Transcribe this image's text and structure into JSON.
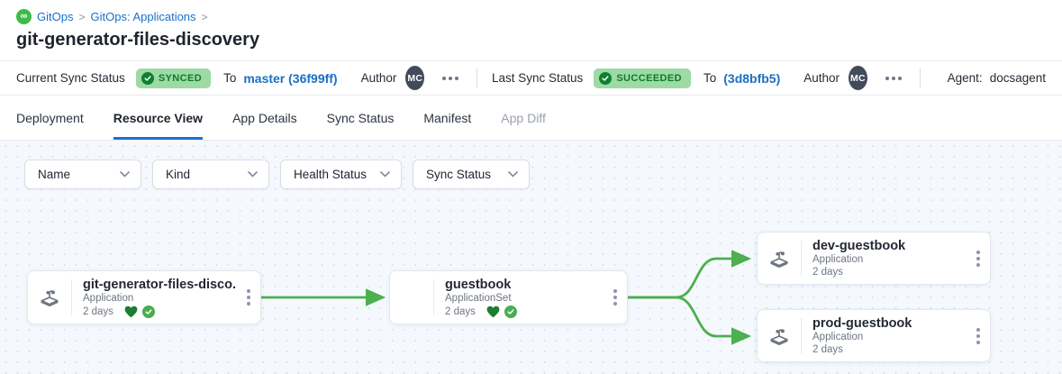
{
  "breadcrumb": {
    "separator": ">",
    "items": [
      {
        "label": "GitOps"
      },
      {
        "label": "GitOps: Applications"
      }
    ]
  },
  "page": {
    "title": "git-generator-files-discovery"
  },
  "status_bar": {
    "current": {
      "label": "Current Sync Status",
      "badge": "SYNCED",
      "to_label": "To",
      "target": "master (36f99ff)",
      "author_label": "Author",
      "author_initials": "MC"
    },
    "last": {
      "label": "Last Sync Status",
      "badge": "SUCCEEDED",
      "to_label": "To",
      "target": "(3d8bfb5)",
      "author_label": "Author",
      "author_initials": "MC"
    },
    "agent": {
      "label": "Agent:",
      "value": "docsagent"
    }
  },
  "tabs": [
    {
      "label": "Deployment",
      "active": false
    },
    {
      "label": "Resource View",
      "active": true
    },
    {
      "label": "App Details",
      "active": false
    },
    {
      "label": "Sync Status",
      "active": false
    },
    {
      "label": "Manifest",
      "active": false
    },
    {
      "label": "App Diff",
      "active": false,
      "disabled": true
    }
  ],
  "filters": [
    {
      "label": "Name"
    },
    {
      "label": "Kind"
    },
    {
      "label": "Health Status"
    },
    {
      "label": "Sync Status"
    }
  ],
  "graph": {
    "nodes": [
      {
        "title": "git-generator-files-disco...",
        "kind": "Application",
        "age": "2 days",
        "health": "healthy",
        "sync": "synced",
        "icon": "argo-application-icon"
      },
      {
        "title": "guestbook",
        "kind": "ApplicationSet",
        "age": "2 days",
        "health": "healthy",
        "sync": "synced",
        "icon": "none"
      },
      {
        "title": "dev-guestbook",
        "kind": "Application",
        "age": "2 days",
        "icon": "argo-application-icon"
      },
      {
        "title": "prod-guestbook",
        "kind": "Application",
        "age": "2 days",
        "icon": "argo-application-icon"
      }
    ],
    "edges": [
      {
        "from": "git-generator-files-disco...",
        "to": "guestbook"
      },
      {
        "from": "guestbook",
        "to": "dev-guestbook"
      },
      {
        "from": "guestbook",
        "to": "prod-guestbook"
      }
    ]
  },
  "colors": {
    "accent_blue": "#1a73d1",
    "link_blue": "#1a70c7",
    "badge_bg": "#9edaa4",
    "badge_text": "#0d7c2b",
    "edge_green": "#4caf50",
    "heart_green": "#1b7e33",
    "brand_green": "#3fbb49",
    "canvas_bg": "#f5f9fd"
  }
}
